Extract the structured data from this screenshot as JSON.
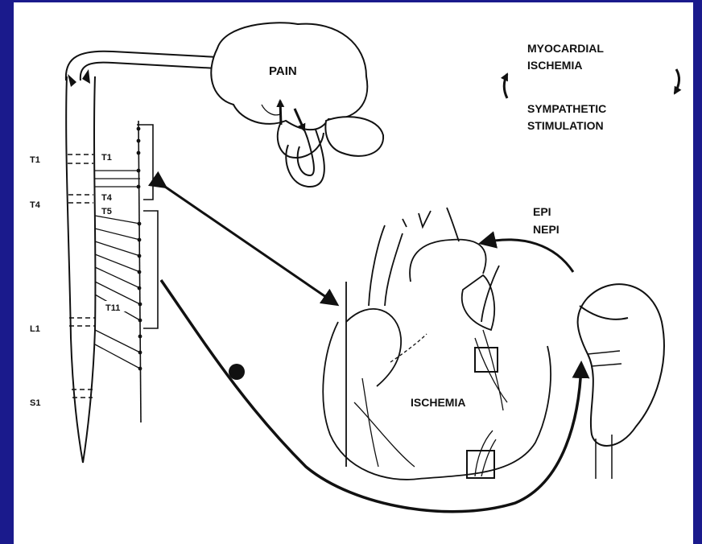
{
  "colors": {
    "frame": "#1a1a8c",
    "panel": "#ffffff",
    "ink": "#111111"
  },
  "labels": {
    "pain": "PAIN",
    "cycle_top_1": "MYOCARDIAL",
    "cycle_top_2": "ISCHEMIA",
    "cycle_bottom_1": "SYMPATHETIC",
    "cycle_bottom_2": "STIMULATION",
    "epi": "EPI",
    "nepi": "NEPI",
    "ischemia": "ISCHEMIA"
  },
  "spine_levels": {
    "t1": "T1",
    "t4": "T4",
    "l1": "L1",
    "s1": "S1"
  },
  "cord_segments": {
    "t1": "T1",
    "t4": "T4",
    "t5": "T5",
    "t11": "T11"
  },
  "icons": {
    "brain": "brain-icon",
    "heart": "heart-icon",
    "kidney": "kidney-icon",
    "spine": "spinal-column-icon"
  }
}
